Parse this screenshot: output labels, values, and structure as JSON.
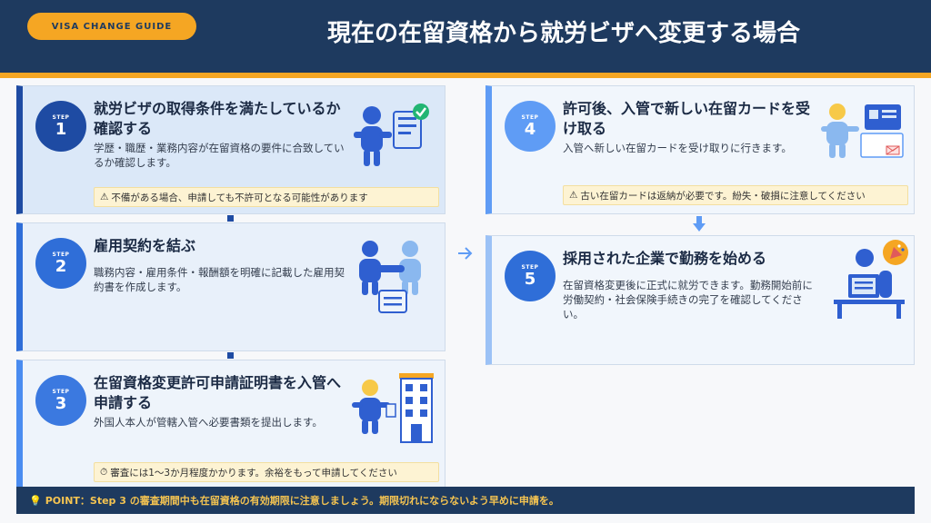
{
  "header": {
    "guide_label": "VISA CHANGE GUIDE",
    "title": "現在の在留資格から就労ビザへ変更する場合"
  },
  "steps": [
    {
      "step_label": "STEP",
      "number": "1",
      "title": "就労ビザの取得条件を満たしているか確認する",
      "description": "学歴・職歴・業務内容が在留資格の要件に合致しているか確認します。",
      "note_icon": "⚠",
      "note": "不備がある場合、申請しても不許可となる可能性があります"
    },
    {
      "step_label": "STEP",
      "number": "2",
      "title": "雇用契約を結ぶ",
      "description": "職務内容・雇用条件・報酬額を明確に記載した雇用契約書を作成します。"
    },
    {
      "step_label": "STEP",
      "number": "3",
      "title": "在留資格変更許可申請証明書を入管へ申請する",
      "description": "外国人本人が管轄入管へ必要書類を提出します。",
      "note_icon": "⏱",
      "note": "審査には1〜3か月程度かかります。余裕をもって申請してください"
    },
    {
      "step_label": "STEP",
      "number": "4",
      "title": "許可後、入管で新しい在留カードを受け取る",
      "description": "入管へ新しい在留カードを受け取りに行きます。",
      "note_icon": "⚠",
      "note": "古い在留カードは返納が必要です。紛失・破損に注意してください"
    },
    {
      "step_label": "STEP",
      "number": "5",
      "title": "採用された企業で勤務を始める",
      "description": "在留資格変更後に正式に就労できます。勤務開始前に労働契約・社会保険手続きの完了を確認してください。"
    }
  ],
  "footer": {
    "icon": "💡",
    "text": "POINT：Step 3 の審査期間中も在留資格の有効期限に注意しましょう。期限切れにならないよう早めに申請を。"
  },
  "colors": {
    "header_bg": "#1e3a5f",
    "accent": "#f5a623",
    "step_dark": "#1e4ba3",
    "step_mid": "#2f6ed8",
    "step_light": "#5f9cf5",
    "person": "#2f5fd0",
    "person_light": "#8ab8ef",
    "skin": "#f7c948",
    "check": "#22b573",
    "note_bg": "#fdf3d3"
  },
  "icons": [
    "person-checklist-icon",
    "handshake-icon",
    "person-building-icon",
    "person-card-icon",
    "person-desk-icon",
    "party-popper-icon",
    "arrow-right-icon",
    "arrow-down-icon",
    "warning-icon",
    "timer-icon",
    "lightbulb-icon"
  ]
}
